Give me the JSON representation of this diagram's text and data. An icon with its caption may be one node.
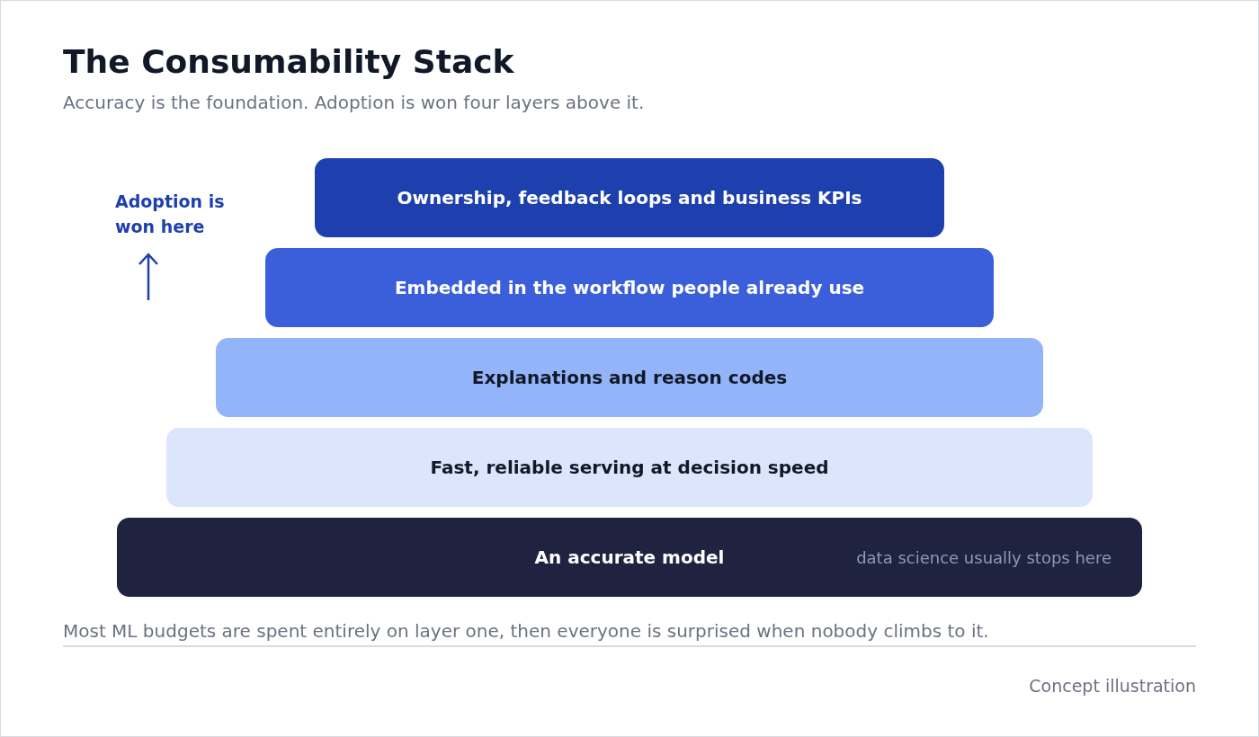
{
  "diagram": {
    "title": "The Consumability Stack",
    "nodes": [
      {
        "text": [
          "Ownership, feedback loops and business KPIs"
        ]
      },
      {
        "text": [
          "Embedded in the workflow people already use"
        ]
      },
      {
        "text": [
          "Explanations and reason codes"
        ]
      },
      {
        "text": [
          "Fast, reliable serving at decision speed"
        ]
      },
      {
        "text": [
          "An accurate model",
          "data science usually stops here"
        ]
      }
    ],
    "labels": [
      "Accuracy is the foundation. Adoption is won four layers above it.",
      "Adoption is won here",
      "Most ML budgets are spent entirely on layer one, then everyone is surprised when nobody climbs to it.",
      "Concept illustration"
    ]
  }
}
